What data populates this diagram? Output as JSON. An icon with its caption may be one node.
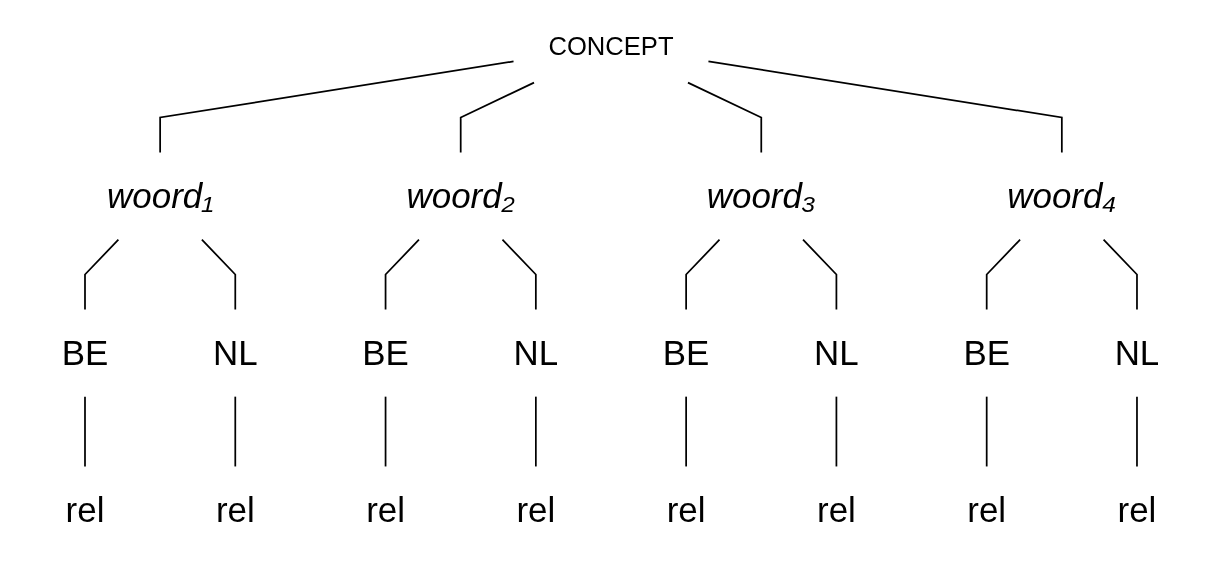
{
  "diagram": {
    "nodes": [
      {
        "text": [
          "CONCEPT"
        ]
      },
      {
        "text": [
          "woord₁"
        ]
      },
      {
        "text": [
          "woord₂"
        ]
      },
      {
        "text": [
          "woord₃"
        ]
      },
      {
        "text": [
          "woord₄"
        ]
      },
      {
        "text": [
          "BE"
        ]
      },
      {
        "text": [
          "NL"
        ]
      },
      {
        "text": [
          "BE"
        ]
      },
      {
        "text": [
          "NL"
        ]
      },
      {
        "text": [
          "BE"
        ]
      },
      {
        "text": [
          "NL"
        ]
      },
      {
        "text": [
          "BE"
        ]
      },
      {
        "text": [
          "NL"
        ]
      },
      {
        "text": [
          "rel"
        ]
      },
      {
        "text": [
          "rel"
        ]
      },
      {
        "text": [
          "rel"
        ]
      },
      {
        "text": [
          "rel"
        ]
      },
      {
        "text": [
          "rel"
        ]
      },
      {
        "text": [
          "rel"
        ]
      },
      {
        "text": [
          "rel"
        ]
      },
      {
        "text": [
          "rel"
        ]
      }
    ],
    "edges": [
      {
        "from": 0,
        "to": 1,
        "arrow": "none"
      },
      {
        "from": 0,
        "to": 2,
        "arrow": "none"
      },
      {
        "from": 0,
        "to": 3,
        "arrow": "none"
      },
      {
        "from": 0,
        "to": 4,
        "arrow": "none"
      },
      {
        "from": 1,
        "to": 5,
        "arrow": "none"
      },
      {
        "from": 1,
        "to": 6,
        "arrow": "none"
      },
      {
        "from": 2,
        "to": 7,
        "arrow": "none"
      },
      {
        "from": 2,
        "to": 8,
        "arrow": "none"
      },
      {
        "from": 3,
        "to": 9,
        "arrow": "none"
      },
      {
        "from": 3,
        "to": 10,
        "arrow": "none"
      },
      {
        "from": 4,
        "to": 11,
        "arrow": "none"
      },
      {
        "from": 4,
        "to": 12,
        "arrow": "none"
      },
      {
        "from": 5,
        "to": 13,
        "arrow": "none"
      },
      {
        "from": 6,
        "to": 14,
        "arrow": "none"
      },
      {
        "from": 7,
        "to": 15,
        "arrow": "none"
      },
      {
        "from": 8,
        "to": 16,
        "arrow": "none"
      },
      {
        "from": 9,
        "to": 17,
        "arrow": "none"
      },
      {
        "from": 10,
        "to": 18,
        "arrow": "none"
      },
      {
        "from": 11,
        "to": 19,
        "arrow": "none"
      },
      {
        "from": 12,
        "to": 20,
        "arrow": "none"
      }
    ]
  }
}
